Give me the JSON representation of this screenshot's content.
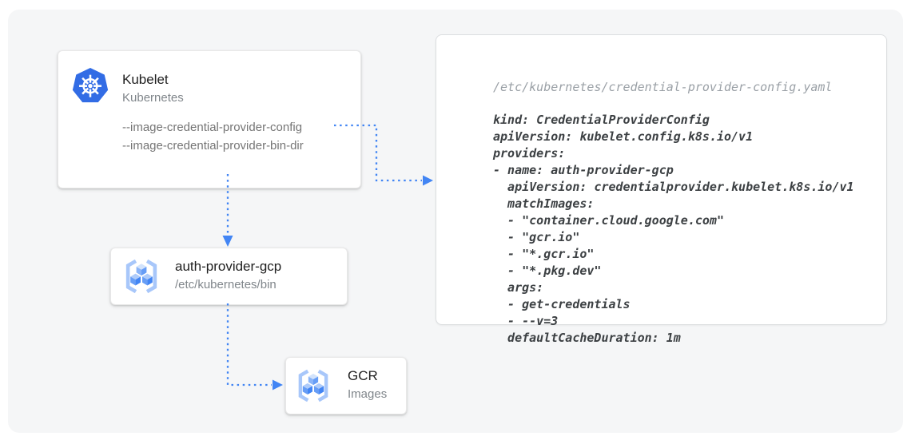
{
  "diagram": {
    "kubelet_card": {
      "title": "Kubelet",
      "subtitle": "Kubernetes",
      "flag_config": "--image-credential-provider-config",
      "flag_bindir": "--image-credential-provider-bin-dir"
    },
    "auth_provider_card": {
      "title": "auth-provider-gcp",
      "subtitle": "/etc/kubernetes/bin"
    },
    "gcr_card": {
      "title": "GCR",
      "subtitle": "Images"
    },
    "code_panel": {
      "title": "/etc/kubernetes/credential-provider-config.yaml",
      "code_lines": [
        "kind: CredentialProviderConfig",
        "apiVersion: kubelet.config.k8s.io/v1",
        "providers:",
        "- name: auth-provider-gcp",
        "  apiVersion: credentialprovider.kubelet.k8s.io/v1",
        "  matchImages:",
        "  - \"container.cloud.google.com\"",
        "  - \"gcr.io\"",
        "  - \"*.gcr.io\"",
        "  - \"*.pkg.dev\"",
        "  args:",
        "  - get-credentials",
        "  - --v=3",
        "  defaultCacheDuration: 1m"
      ]
    },
    "icons": {
      "kubelet": "kubernetes-icon",
      "auth_provider": "container-registry-icon",
      "gcr": "container-registry-icon"
    },
    "colors": {
      "arrow_blue": "#4285f4",
      "kubernetes_blue": "#326ce5",
      "card_title": "#212121",
      "card_subtitle": "#80868b",
      "code_text": "#3c4043",
      "code_title_gray": "#9aa0a6",
      "panel_background": "#f5f6f7"
    }
  }
}
